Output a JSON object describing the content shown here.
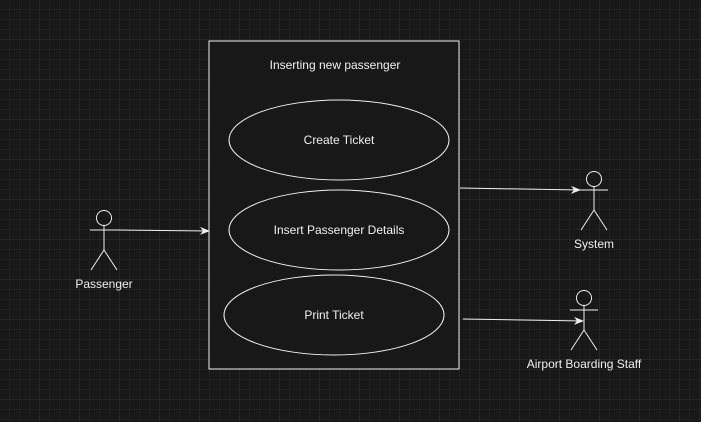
{
  "system_boundary": {
    "title": "Inserting new passenger"
  },
  "use_cases": [
    {
      "label": "Create Ticket"
    },
    {
      "label": "Insert Passenger Details"
    },
    {
      "label": "Print Ticket"
    }
  ],
  "actors": [
    {
      "label": "Passenger"
    },
    {
      "label": "System"
    },
    {
      "label": "Airport Boarding Staff"
    }
  ],
  "colors": {
    "background": "#181818",
    "stroke": "#f0f0f0",
    "fill": "#181818",
    "text": "#f0f0f0"
  }
}
